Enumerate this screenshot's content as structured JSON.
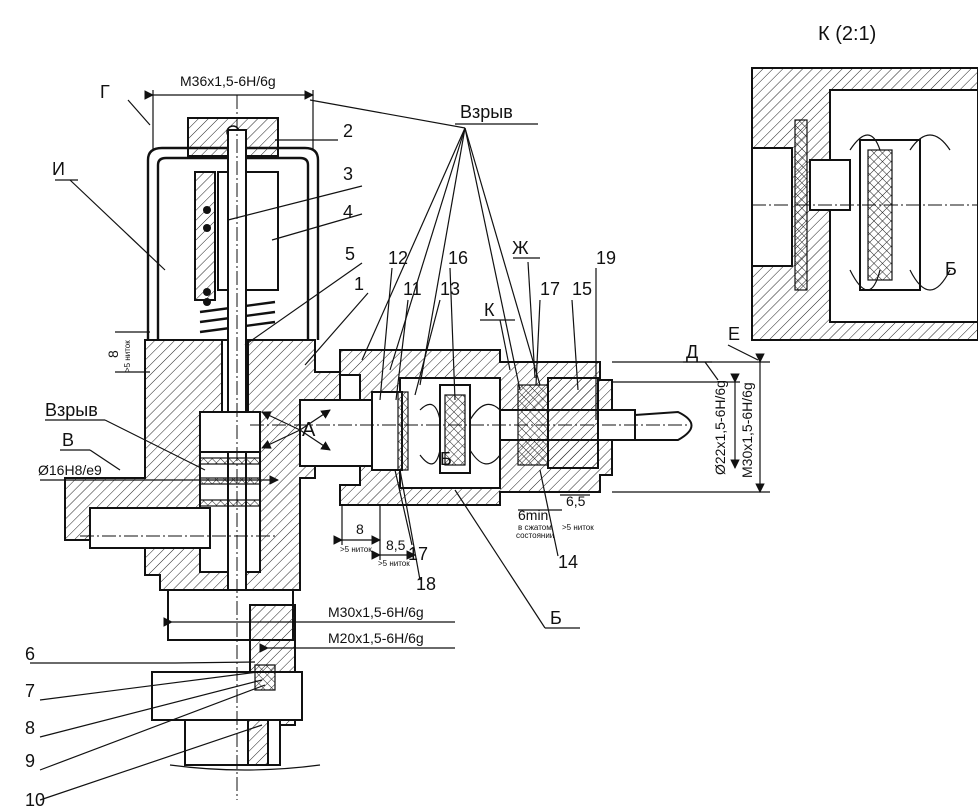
{
  "detail_title": "К (2:1)",
  "labels": {
    "thread_top": "M36x1,5-6H/6g",
    "g": "Г",
    "i": "И",
    "explosion_top": "Взрыв",
    "explosion_left": "Взрыв",
    "v": "В",
    "fit": "Ø16H8/e9",
    "a": "А",
    "b_inner": "Б",
    "b_detail": "Б",
    "b_leader": "Б",
    "zh": "Ж",
    "k": "К",
    "d": "Д",
    "e": "Е",
    "thread_m30": "M30x1,5-6H/6g",
    "thread_m20": "M20x1,5-6H/6g",
    "thread_d22": "Ø22x1,5-6H/6g",
    "thread_m30r": "M30x1,5-6H/6g",
    "dim_8_left": "8",
    "dim_8_bottom": "8",
    "dim_85": "8,5",
    "dim_65": "6,5",
    "dim_6min": "6min",
    "compressed_1": "в сжатом",
    "compressed_2": "состоянии",
    "threads_1": ">5 ниток",
    "threads_2": ">5 ниток",
    "threads_3": ">5 ниток",
    "threads_4": ">5 ниток"
  },
  "parts": [
    "1",
    "2",
    "3",
    "4",
    "5",
    "6",
    "7",
    "8",
    "9",
    "10",
    "11",
    "12",
    "13",
    "14",
    "15",
    "16",
    "17",
    "17",
    "18",
    "19"
  ]
}
